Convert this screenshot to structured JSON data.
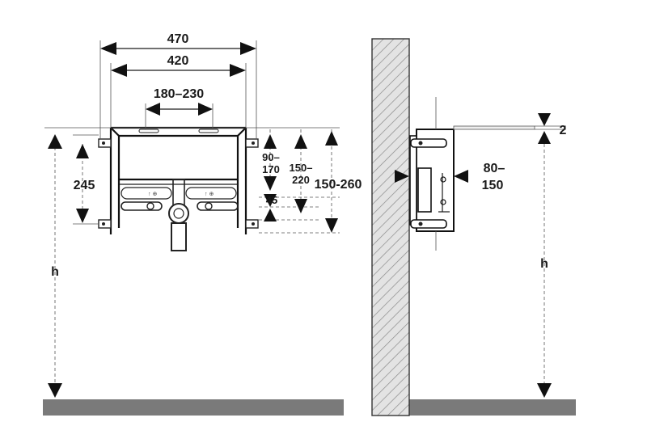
{
  "front_view": {
    "width_outer": "470",
    "width_inner": "420",
    "width_range": "180–230",
    "height_left": "245",
    "height_h": "h",
    "drain_range_line1": "90–",
    "drain_range_line2": "170",
    "supply_range_line1": "150–",
    "supply_range_line2": "220",
    "overall_range": "150-260",
    "offset": "45"
  },
  "side_view": {
    "depth_line1": "80–",
    "depth_line2": "150",
    "top_gap": "2",
    "height_h": "h"
  },
  "colors": {
    "floor": "#7a7a7a",
    "wall_fill": "#d9d9d9",
    "line": "#111111"
  }
}
